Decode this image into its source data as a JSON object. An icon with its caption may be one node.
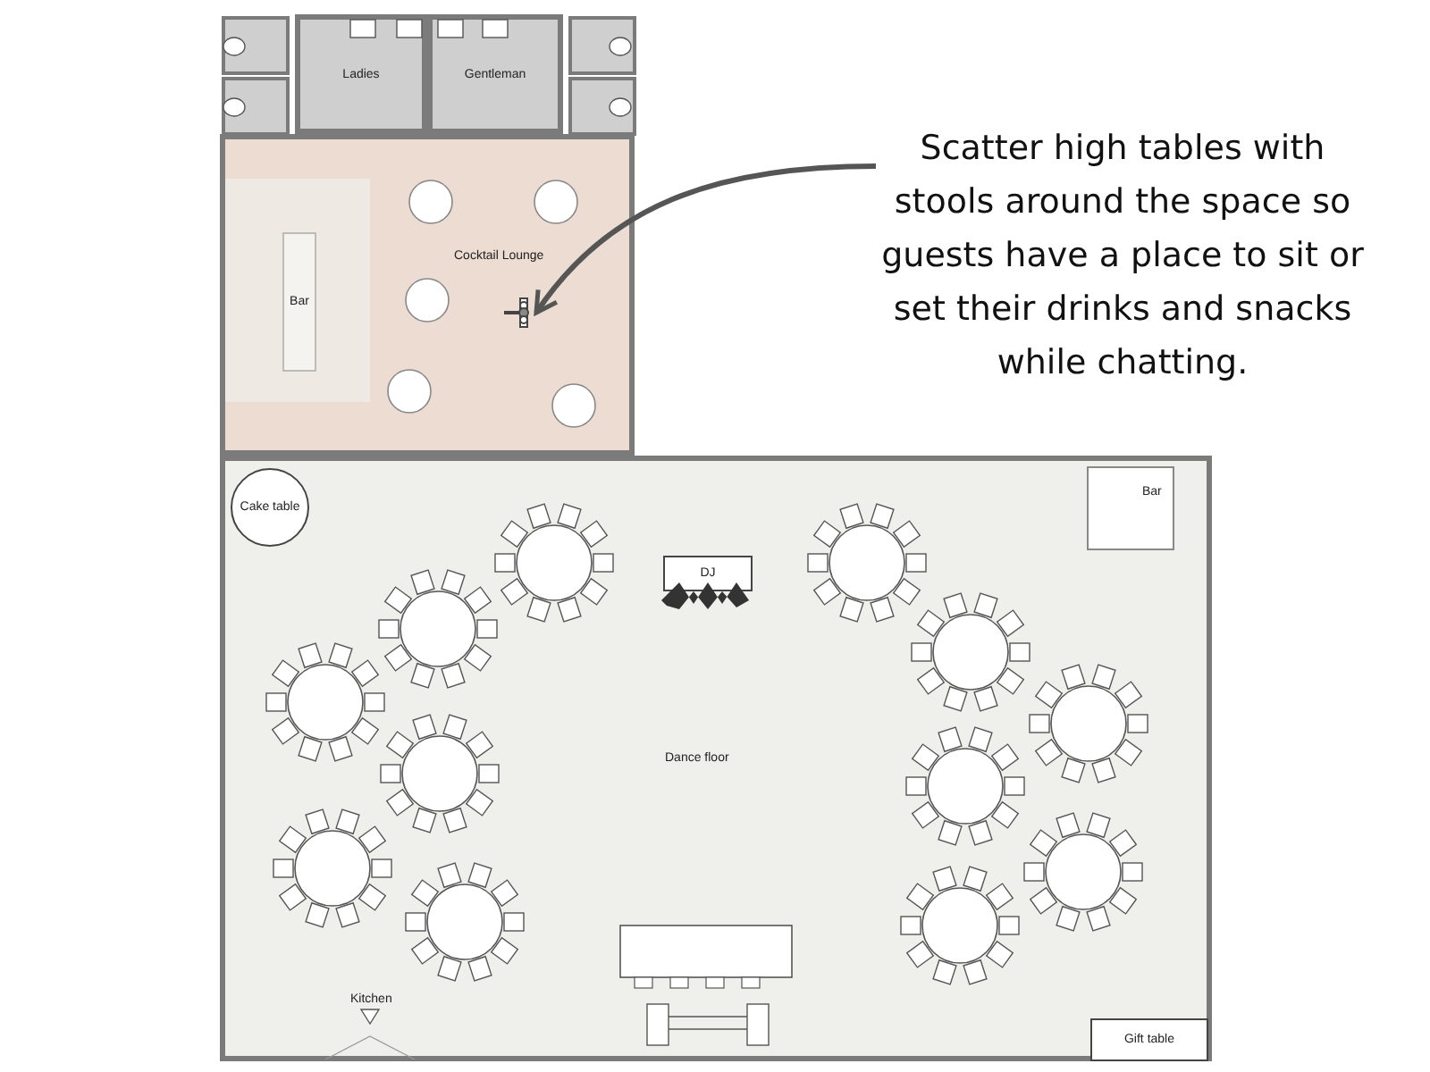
{
  "diagram": {
    "nodes": [
      {
        "text": [
          "Ladies"
        ]
      },
      {
        "text": [
          "Gentleman"
        ]
      },
      {
        "text": [
          "Cocktail Lounge"
        ]
      },
      {
        "text": [
          "Bar"
        ],
        "in": 2
      },
      {
        "text": [],
        "shape": "picture",
        "in": 2
      },
      {
        "text": [
          "Dance floor"
        ]
      },
      {
        "text": [
          "Cake table"
        ],
        "in": 5
      },
      {
        "text": [
          "DJ"
        ],
        "in": 5
      },
      {
        "text": [
          "Bar"
        ],
        "in": 5
      },
      {
        "text": [
          "Gift table"
        ],
        "in": 5
      },
      {
        "text": [
          "Scatter high tables with stools around the space so guests have a place to sit or set their drinks and snacks while chatting."
        ]
      }
    ],
    "edges": [
      {
        "from": 10,
        "to": 4,
        "arrow": "to"
      }
    ],
    "labels": [
      "Kitchen"
    ]
  }
}
